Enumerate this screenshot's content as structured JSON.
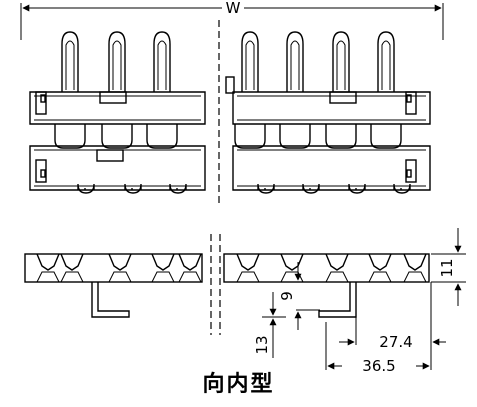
{
  "dimensions": {
    "width_label": "W",
    "height_label": "11",
    "sprocket_offset": "9",
    "bottom_tab": "13",
    "inner_pitch": "27.4",
    "outer_pitch": "36.5"
  },
  "caption": "向内型"
}
